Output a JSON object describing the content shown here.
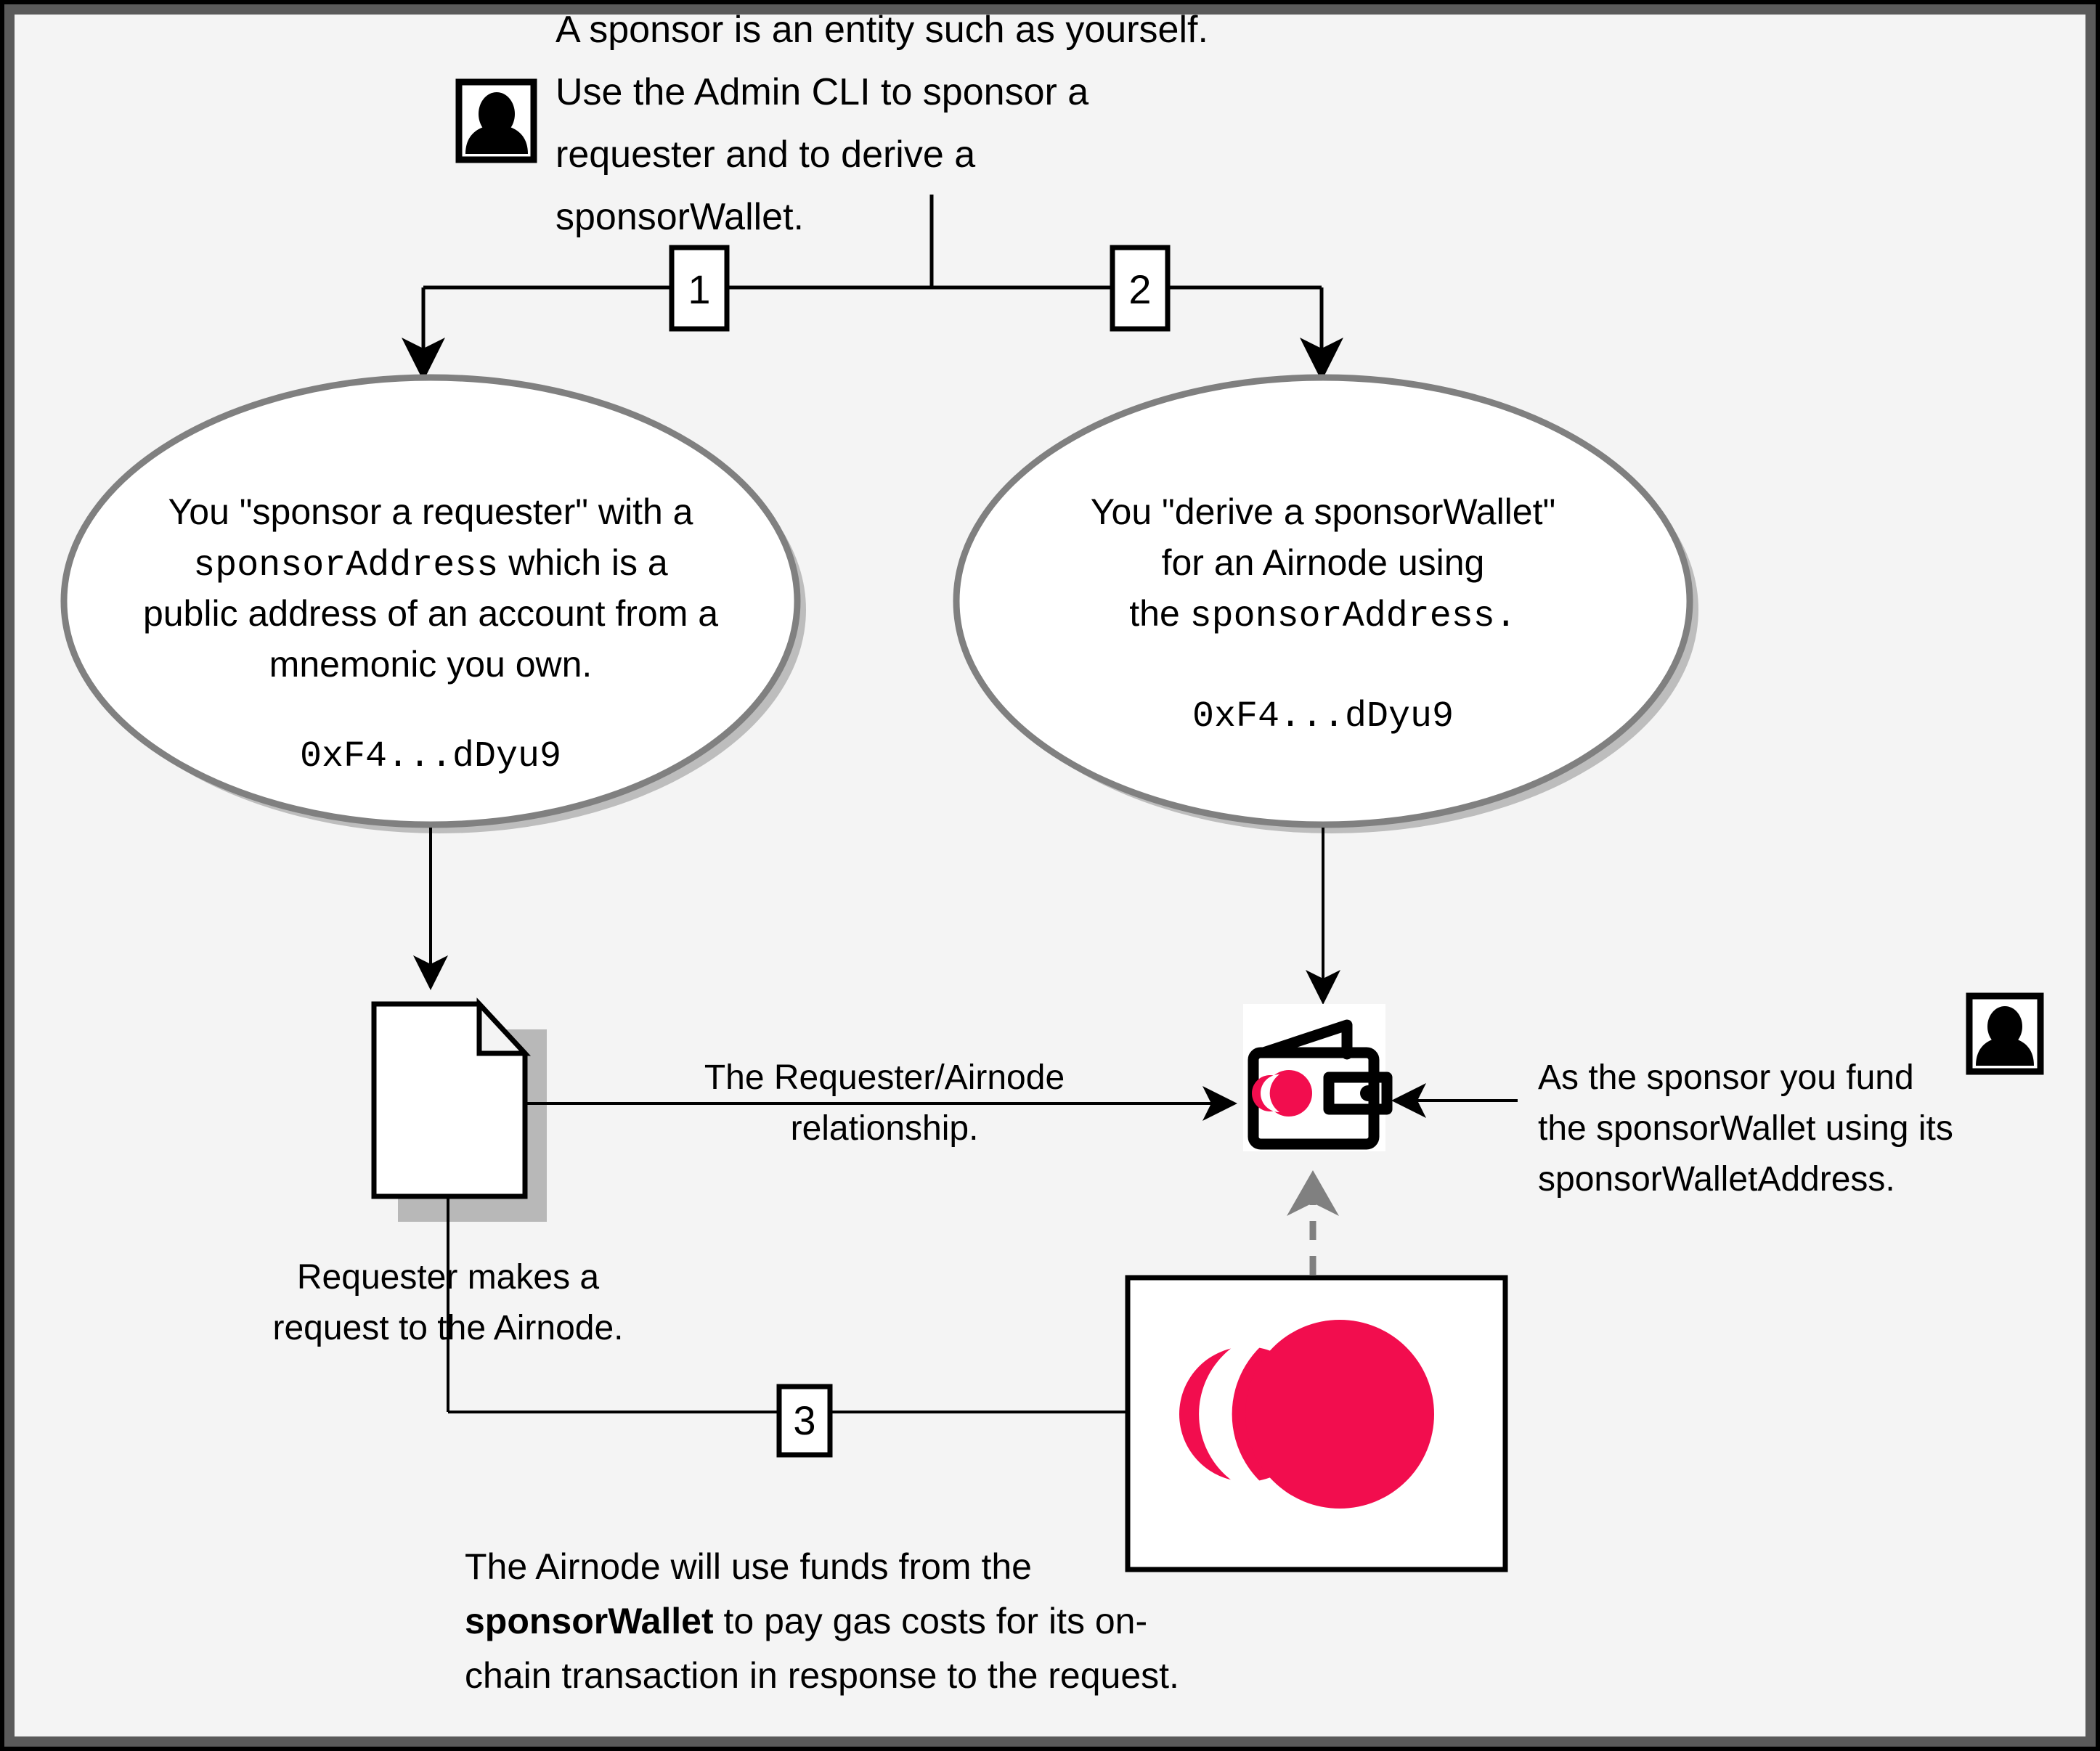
{
  "diagram": {
    "title_note": "Airnode sponsor / sponsorWallet relationship diagram",
    "background_color": "#f4f4f4",
    "frame_color": "#5a5a5a",
    "accent_color": "#f20d4e",
    "ellipse_stroke_color": "#808080"
  },
  "sponsor_note": {
    "icon": "person-icon",
    "line1": "A sponsor is an entity such as yourself.",
    "line2": "Use the Admin CLI to sponsor a",
    "line3": "requester and to derive a",
    "line4": "sponsorWallet."
  },
  "steps": {
    "one": "1",
    "two": "2",
    "three": "3"
  },
  "left_ellipse": {
    "name": "sponsor-a-requester-node",
    "line1_a": "You \"sponsor a requester\" with a",
    "line2_mono": "sponsorAddress",
    "line2_b": " which is a",
    "line3": "public address of an account from a",
    "line4": "mnemonic you own.",
    "address": "0xF4...dDyu9"
  },
  "right_ellipse": {
    "name": "derive-sponsorwallet-node",
    "line1": "You \"derive a sponsorWallet\"",
    "line2": "for an Airnode using",
    "line3_a": "the ",
    "line3_mono": "sponsorAddress.",
    "address": "0xF4...dDyu9"
  },
  "requester_doc": {
    "icon": "document-icon",
    "label_line1": "Requester makes a",
    "label_line2": "request to the Airnode."
  },
  "relationship_label": {
    "line1": "The Requester/Airnode",
    "line2": "relationship."
  },
  "sponsor_wallet": {
    "icon": "wallet-icon",
    "person_icon": "person-icon"
  },
  "fund_note": {
    "line1": "As the sponsor you fund",
    "line2": "the sponsorWallet using its",
    "line3": "sponsorWalletAddress."
  },
  "airnode_logo": {
    "icon": "airnode-logo-icon"
  },
  "gas_note": {
    "line1": "The Airnode will use funds from the",
    "line2_bold": "sponsorWallet",
    "line2_rest": " to pay gas costs for its on-",
    "line3": "chain transaction in response to the request."
  }
}
